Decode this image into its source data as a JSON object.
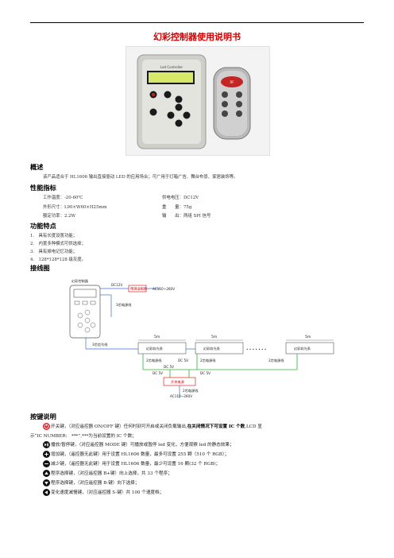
{
  "title": "幻彩控制器使用说明书",
  "photo": {
    "controller_label": "Led Controller",
    "remote_label": "RF"
  },
  "overview": {
    "heading": "概述",
    "text": "该产品适合于 HL1606 输出直接驱动 LED 的应用场合；可广用于灯箱广告、舞台布景、家居装饰等。"
  },
  "specs": {
    "heading": "性能指标",
    "rows": [
      {
        "left": "工作温度：-20-60℃",
        "right": "供电电压：DC12V"
      },
      {
        "left": "外形尺寸：L90×W60×H25mm",
        "right": "重　　量：75g"
      },
      {
        "left": "额定功率：2.2W",
        "right": "输　　出：两组 SPI 信号"
      }
    ]
  },
  "features": {
    "heading": "功能特点",
    "items": [
      "1.　具有长度设置功能；",
      "2.　内置多种模式可供选择；",
      "3.　具有掉电记忆功能；",
      "4.　128*128*128 级灰度。"
    ]
  },
  "wiring": {
    "heading": "接线图",
    "controller": "幻彩控制器",
    "dc12v": "DC12V",
    "power_label": "电源适配器",
    "ac_label": "AC110~260V",
    "core3_a": "3芯电源线",
    "core3_b": "3芯信号线",
    "strip_length": "5m",
    "strip_name": "幻彩软光条",
    "strip_name_last": "幻彩软光条",
    "dots": "• • • • • • •",
    "core2_a": "2芯电源线",
    "core2_b": "2芯电源线",
    "core2_c": "2芯电源线",
    "dc5v_a": "DC 5V",
    "dc5v_b": "DC 5V",
    "dc5v_c": "DC 5V",
    "dc5v_d": "DC 5V",
    "switch_power": "开关电源",
    "core2_main": "2芯电源线",
    "ac_main": "AC110~260V"
  },
  "keys": {
    "heading": "按键说明",
    "line1_a": "开关键，（对应遥控器 ON/OFF 键）任何时刻可开启或关闭负载输出,",
    "line1_b": "在关闭情况下可设置 IC 个数",
    "line1_c": ",LCD 显",
    "line1_cont": "示“IC NUMBER:　***”,***为当前设置的 IC 个数；",
    "items": [
      {
        "icon": "play-pause",
        "text": "播放/暂停键，（对应遥控器 MODE 键）可播放或暂停 led 变化，方便观察 led 的静态效果；"
      },
      {
        "icon": "plus",
        "text": "增加键，（遥控器无此键）用于设置 HL1606 数量，最多可设置 255 颗（510 个 RGB）；"
      },
      {
        "icon": "minus",
        "text": "减少键，（遥控器无此键）用于设置 HL1606 数量，最少可设置 16 颗(32 个 RGB)；"
      },
      {
        "icon": "up",
        "text": "程序选择键，（对应遥控器 B+键）向上选择，共 33 个程序；"
      },
      {
        "icon": "down",
        "text": "程序选择键，（对应遥控器 B-键）向下选择；"
      },
      {
        "icon": "left",
        "text": "变化速度减慢键，（对应遥控器 S-键）共 100 个速度档；"
      }
    ]
  }
}
